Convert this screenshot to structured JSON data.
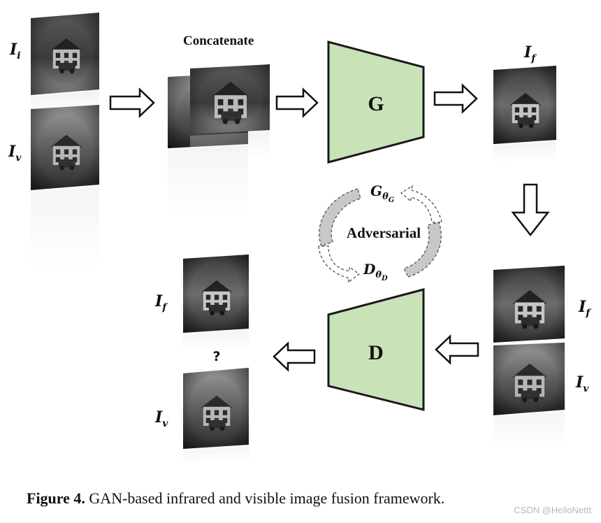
{
  "labels": {
    "ir_input": "I",
    "ir_input_sub": "i",
    "vis_input": "I",
    "vis_input_sub": "v",
    "fused_top": "I",
    "fused_top_sub": "f",
    "fused_right": "I",
    "fused_right_sub": "f",
    "vis_right": "I",
    "vis_right_sub": "v",
    "fused_left": "I",
    "fused_left_sub": "f",
    "vis_left": "I",
    "vis_left_sub": "v"
  },
  "concatenate": "Concatenate",
  "generator_label": "G",
  "discriminator_label": "D",
  "adversarial": "Adversarial",
  "g_theta": "G",
  "g_theta_sub": "θ",
  "g_theta_subsub": "G",
  "d_theta": "D",
  "d_theta_sub": "θ",
  "d_theta_subsub": "D",
  "question": "?",
  "caption": {
    "prefix": "Figure 4.",
    "text": "GAN-based infrared and visible image fusion framework."
  },
  "watermark": "CSDN @HelloNettt",
  "colors": {
    "network_fill": "#c8e3b8",
    "network_stroke": "#1a1a1a"
  }
}
